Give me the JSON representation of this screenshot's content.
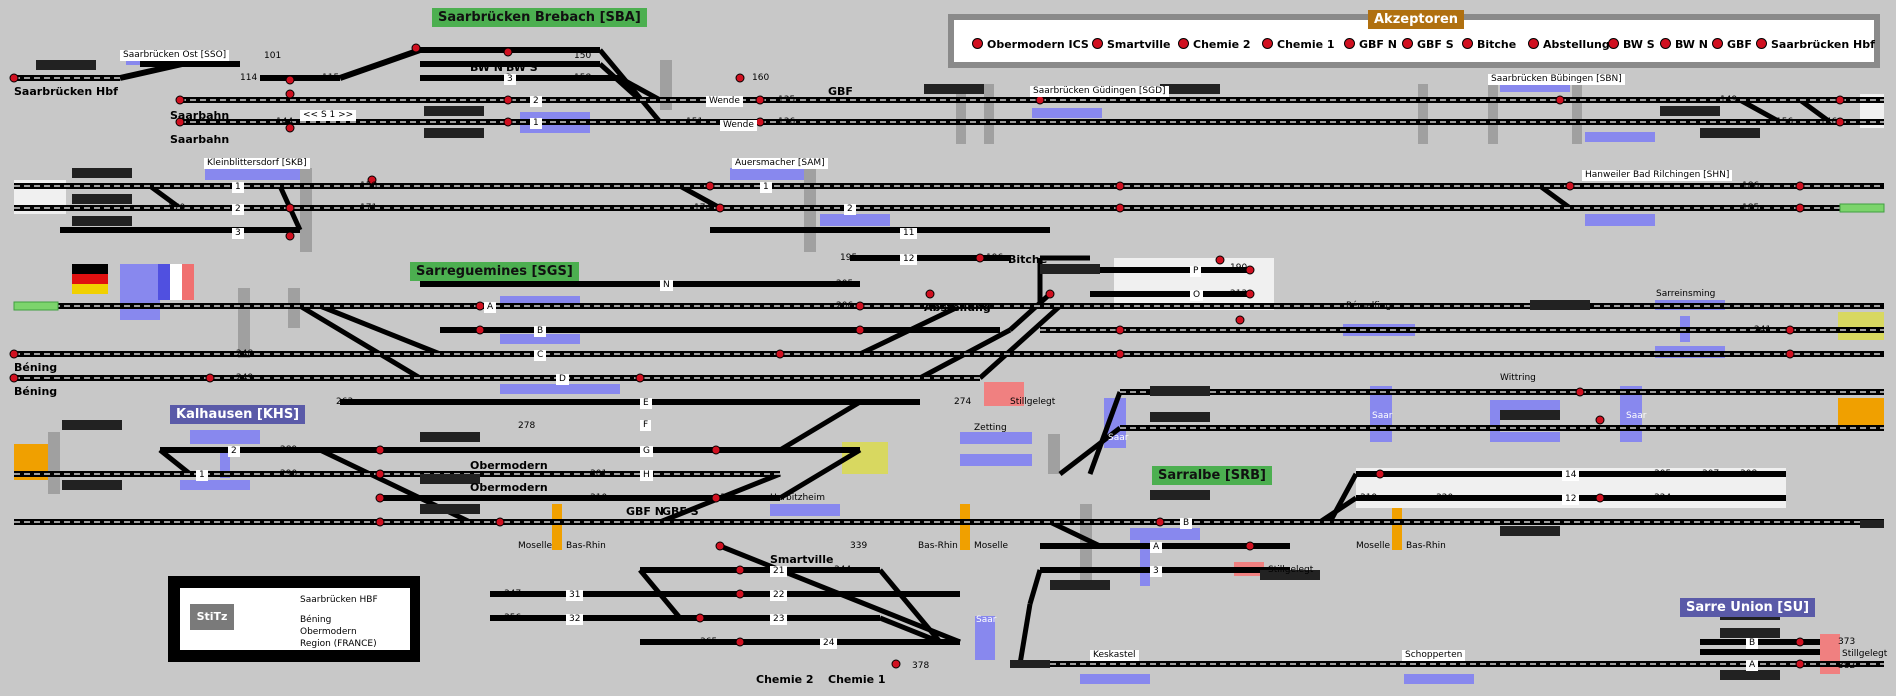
{
  "stations": {
    "brebach": "Saarbrücken Brebach [SBA]",
    "sarreguemines": "Sarreguemines [SGS]",
    "kalhausen": "Kalhausen [KHS]",
    "sarralbe": "Sarralbe [SRB]",
    "sarre_union": "Sarre Union [SU]"
  },
  "legend": {
    "title": "Akzeptoren",
    "items": [
      "Obermodern ICS",
      "Smartville",
      "Chemie 2",
      "Chemie 1",
      "GBF N",
      "GBF S",
      "Bitche",
      "Abstellung",
      "BW S",
      "BW N",
      "GBF",
      "Saarbrücken Hbf"
    ]
  },
  "places": {
    "sbr_hbf": "Saarbrücken Hbf",
    "sbr_ost": "Saarbrücken Ost [SSO]",
    "saarbahn1": "Saarbahn",
    "saarbahn2": "Saarbahn",
    "bwn": "BW N",
    "bws": "BW S",
    "wende1": "Wende",
    "wende2": "Wende",
    "gbf": "GBF",
    "gudingen": "Saarbrücken Güdingen [SGD]",
    "bubingen": "Saarbrücken Bübingen [SBN]",
    "kleinblittersdorf": "Kleinblittersdorf [SKB]",
    "auersmacher": "Auersmacher [SAM]",
    "hanweiler": "Hanweiler Bad Rilchingen [SHN]",
    "bitche": "Bitche",
    "abstellung": "Abstellung",
    "remelfing": "Rémelfing",
    "sarreinsming": "Sarreinsming",
    "bening1": "Béning",
    "bening2": "Béning",
    "stillgelegt1": "Stillgelegt",
    "stillgelegt2": "Stillgelegt",
    "stillgelegt3": "Stillgelegt",
    "zetting": "Zetting",
    "wittring": "Wittring",
    "obermodern1": "Obermodern",
    "obermodern2": "Obermodern",
    "herbitzheim": "Herbitzheim",
    "gbfn": "GBF N",
    "gbfs": "GBF S",
    "moselle1": "Moselle",
    "basrhin1": "Bas-Rhin",
    "basrhin2": "Bas-Rhin",
    "moselle2": "Moselle",
    "moselle3": "Moselle",
    "basrhin3": "Bas-Rhin",
    "smartville": "Smartville",
    "chemie2": "Chemie 2",
    "chemie1": "Chemie 1",
    "keskastel": "Keskastel",
    "schopperten": "Schopperten",
    "saar": "Saar"
  },
  "tracks": {
    "t3": "3",
    "t2": "2",
    "t1": "1",
    "s1": "<< S 1 >>",
    "k1": "1",
    "k2": "2",
    "k3": "3",
    "a1": "1",
    "a2": "2",
    "n11": "11",
    "n12": "12",
    "n": "N",
    "a": "A",
    "b": "B",
    "c": "C",
    "d": "D",
    "e": "E",
    "f": "F",
    "g": "G",
    "h": "H",
    "p": "P",
    "o": "O",
    "kh2": "2",
    "kh1": "1",
    "sr14": "14",
    "sr12": "12",
    "srb": "B",
    "sra": "A",
    "sr3": "3",
    "c21": "21",
    "c22": "22",
    "c23": "23",
    "c24": "24",
    "c31": "31",
    "c32": "32",
    "sub": "B",
    "sua": "A"
  },
  "numbers": {
    "n101": "101",
    "n114": "114",
    "n115": "115",
    "n150": "150",
    "n158": "158",
    "n160": "160",
    "n135": "135",
    "n136": "136",
    "n144": "144",
    "n151": "151",
    "n162": "162",
    "n149": "149",
    "n156": "156",
    "n146": "146",
    "n158b": "158",
    "n171": "171",
    "n170": "170",
    "n174": "174",
    "n186": "186",
    "n185": "185",
    "n190": "190",
    "n195": "195",
    "n196": "196",
    "n205": "205",
    "n206": "206",
    "n213": "213",
    "n241": "241",
    "n248": "248",
    "n249": "249",
    "n263": "263",
    "n274": "274",
    "n278": "278",
    "n289": "289",
    "n290": "290",
    "n301": "301",
    "n310": "310",
    "n315": "315",
    "n319": "319",
    "n320": "320",
    "n324": "324",
    "n338": "339",
    "n344": "344",
    "n347": "347",
    "n356": "356",
    "n365": "365",
    "n373": "373",
    "n378": "378",
    "n382": "382",
    "n308": "308",
    "n307": "307",
    "n305": "305"
  },
  "stitz": {
    "button": "StiTz",
    "row1": "Saarbrücken HBF",
    "row2": "Béning",
    "row3": "Obermodern",
    "row4": "Region (FRANCE)"
  },
  "colors": {
    "background": "#c8c8c8",
    "track": "#000000",
    "signal": "#d01020",
    "platform": "#8888ee",
    "station_green": "#4caf50",
    "station_navy": "#5a5aa8",
    "akzeptoren": "#b07010",
    "occupied_orange": "#f0a000",
    "occupied_yellow": "#d8d860",
    "stillgelegt": "#f08080"
  }
}
